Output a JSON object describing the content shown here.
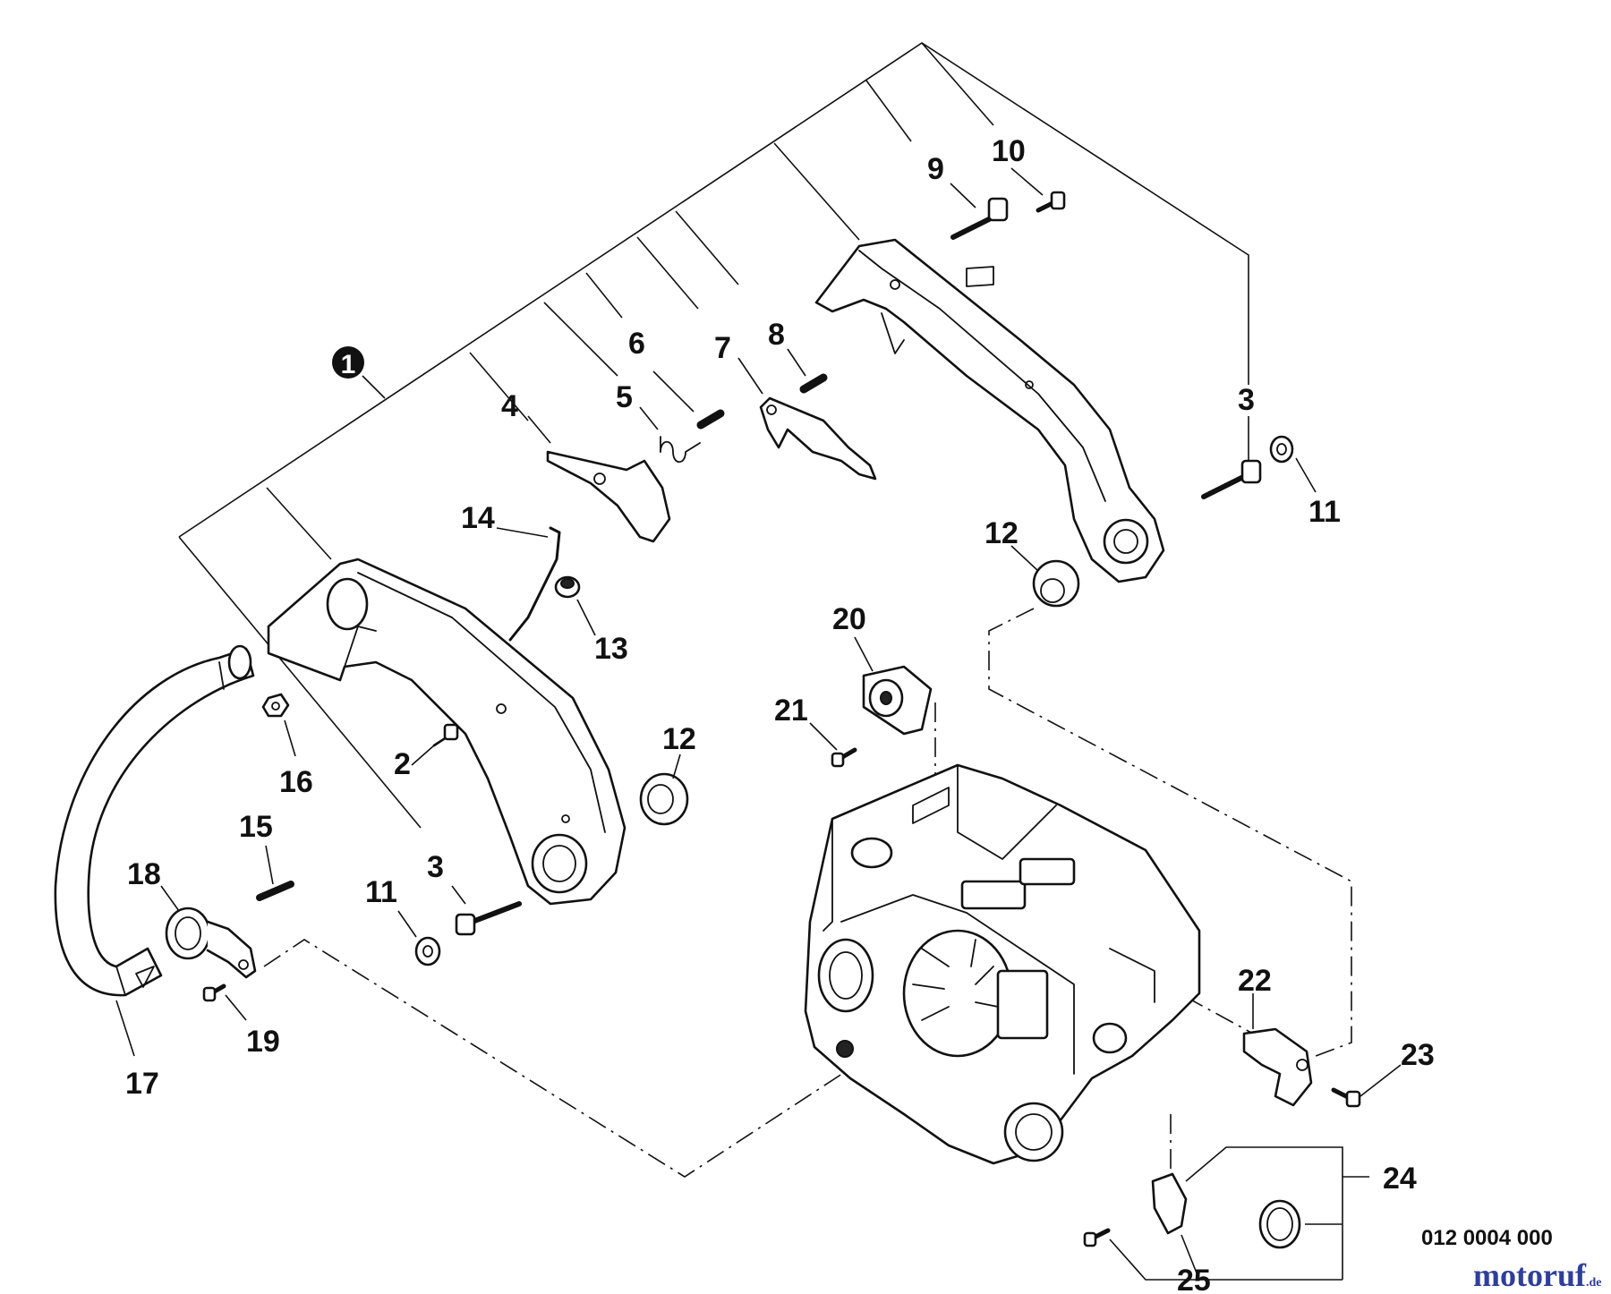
{
  "diagram": {
    "title": "Handle assembly exploded parts view",
    "assembly_callout": "1",
    "callouts": [
      "2",
      "3",
      "4",
      "5",
      "6",
      "7",
      "8",
      "9",
      "10",
      "11",
      "12",
      "13",
      "14",
      "15",
      "16",
      "17",
      "18",
      "19",
      "20",
      "21",
      "22",
      "23",
      "24",
      "25"
    ],
    "labels": {
      "c2": "2",
      "c3a": "3",
      "c3b": "3",
      "c4": "4",
      "c5": "5",
      "c6": "6",
      "c7": "7",
      "c8": "8",
      "c9": "9",
      "c10": "10",
      "c11a": "11",
      "c11b": "11",
      "c12a": "12",
      "c12b": "12",
      "c13": "13",
      "c14": "14",
      "c15": "15",
      "c16": "16",
      "c17": "17",
      "c18": "18",
      "c19": "19",
      "c20": "20",
      "c21": "21",
      "c22": "22",
      "c23": "23",
      "c24": "24",
      "c25": "25"
    },
    "drawing_code": "012 0004 000",
    "watermark": {
      "name": "motoruf",
      "suffix": ".de"
    }
  }
}
